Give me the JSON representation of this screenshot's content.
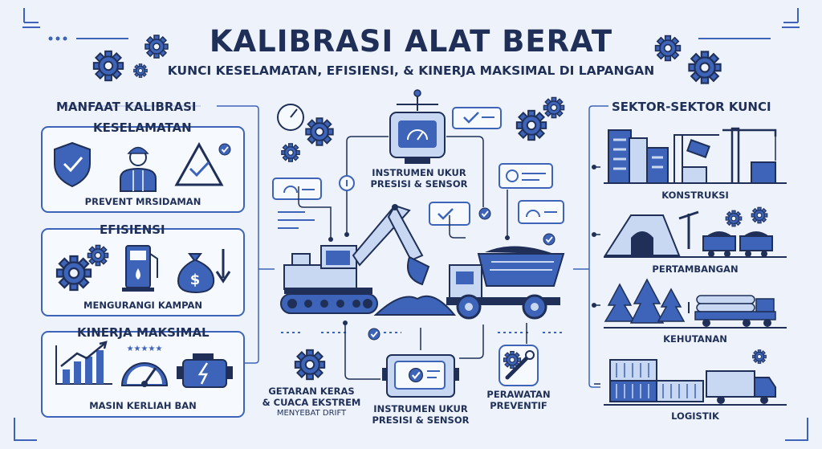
{
  "title": "KALIBRASI ALAT BERAT",
  "subtitle": "KUNCI KESELAMATAN, EFISIENSI, & KINERJA MAKSIMAL DI LAPANGAN",
  "left": {
    "heading": "MANFAAT KALIBRASI",
    "cards": [
      {
        "title": "KESELAMATAN",
        "caption": "PREVENT MRSIDAMAN"
      },
      {
        "title": "EFISIENSI",
        "caption": "MENGURANGI KAMPAN"
      },
      {
        "title": "KINERJA MAKSIMAL",
        "caption": "MASIN KERLIAH BAN"
      }
    ]
  },
  "center": {
    "top_label_1": "INSTRUMEN UKUR",
    "top_label_2": "PRESISI & SENSOR",
    "drift_1": "GETARAN KERAS",
    "drift_2": "& CUACA EKSTREM",
    "drift_3": "MENYEBAT DRIFT",
    "bottom_label_1": "INSTRUMEN UKUR",
    "bottom_label_2": "PRESISI & SENSOR",
    "maint_1": "PERAWATAN",
    "maint_2": "PREVENTIF"
  },
  "right": {
    "heading": "SEKTOR-SEKTOR KUNCI",
    "sectors": [
      "KONSTRUKSI",
      "PERTAMBANGAN",
      "KEHUTANAN",
      "LOGISTIK"
    ]
  },
  "colors": {
    "background": "#eef3fb",
    "primary": "#3d64b8",
    "dark": "#1f2f57",
    "light": "#c9d8f2"
  }
}
